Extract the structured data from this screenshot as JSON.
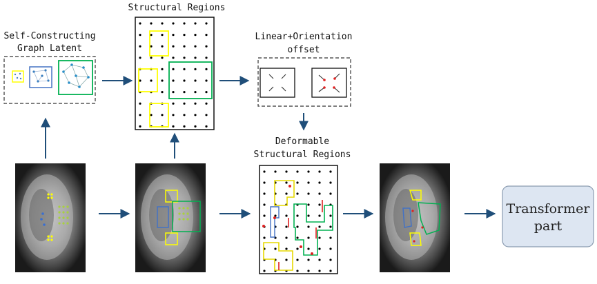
{
  "labels": {
    "structural_regions": "Structural Regions",
    "graph_latent_line1": "Self-Constructing",
    "graph_latent_line2": "Graph Latent",
    "offset_line1": "Linear+Orientation",
    "offset_line2": "offset",
    "deformable_line1": "Deformable",
    "deformable_line2": "Structural Regions",
    "transformer_line1": "Transformer",
    "transformer_line2": "part"
  },
  "colors": {
    "arrow": "#1f4e79",
    "yellow": "#ffff00",
    "green": "#00b050",
    "blue": "#4472c4",
    "red": "#e02020",
    "transformer_fill": "#dde6f2",
    "transformer_border": "#8a9bb0"
  }
}
